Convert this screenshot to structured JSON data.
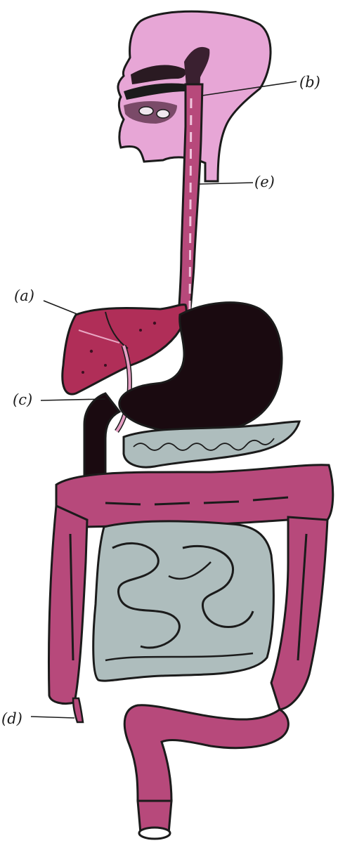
{
  "labels": {
    "a": "(a)",
    "b": "(b)",
    "c": "(c)",
    "d": "(d)",
    "e": "(e)"
  },
  "colors": {
    "skin_pink": "#e7a6d6",
    "tract_magenta": "#b7497b",
    "liver_red": "#b02e58",
    "stomach_dark": "#1a0a10",
    "small_intestine_grey": "#aebdbd",
    "outline": "#1b1b1b"
  }
}
